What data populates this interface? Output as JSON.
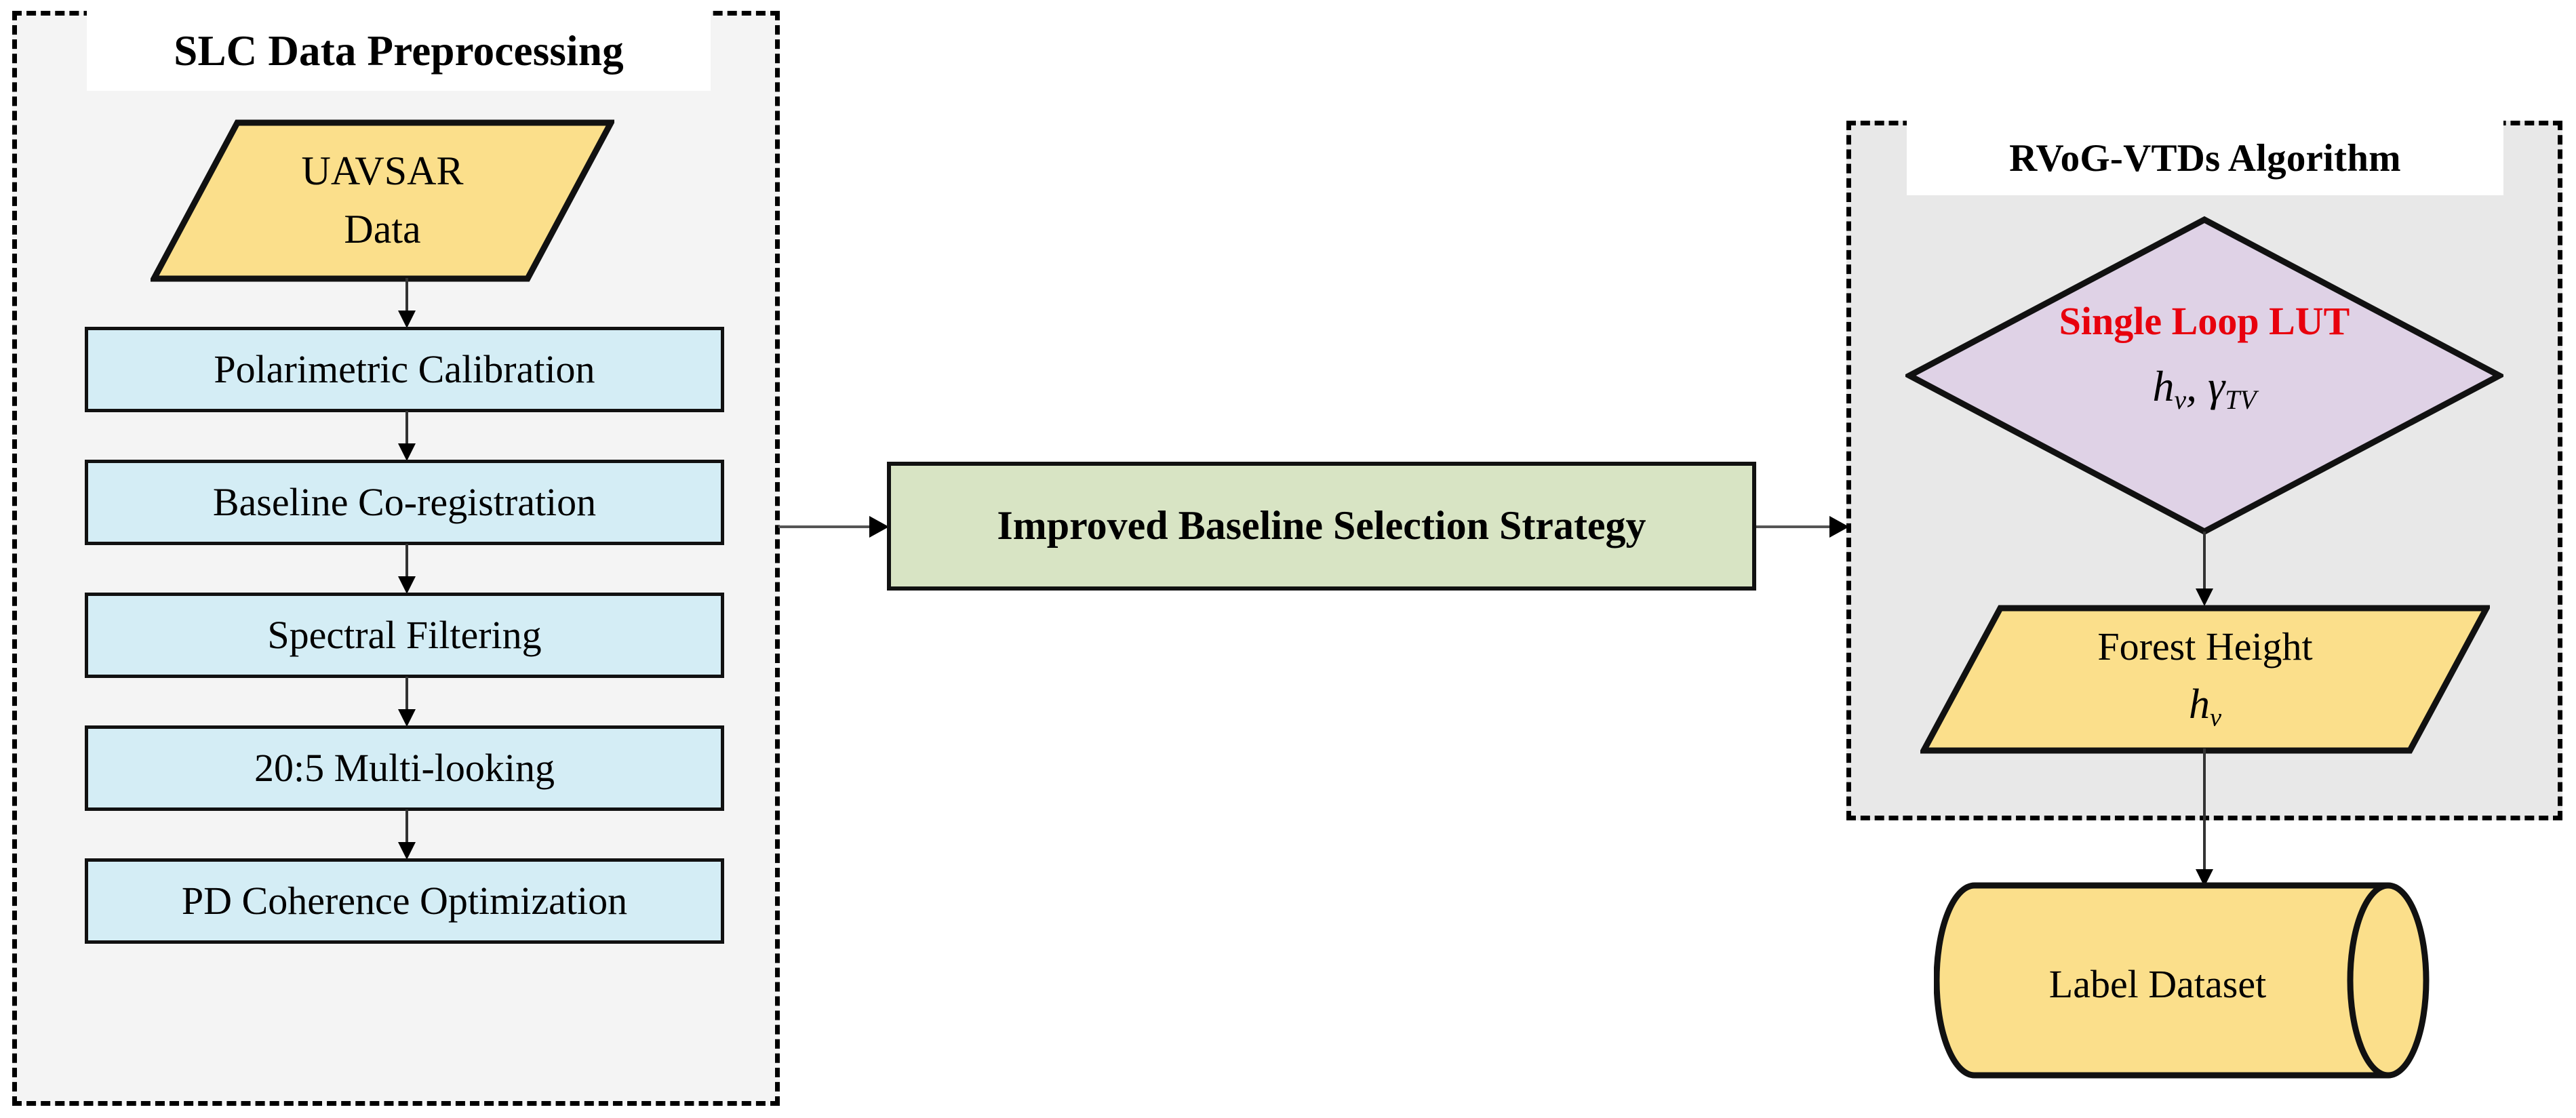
{
  "figure": {
    "type": "flowchart",
    "accent_colors": {
      "process_fill": "#d4edf5",
      "data_fill": "#fbdf8b",
      "strategy_fill": "#d8e4c4",
      "decision_fill": "#dfd2e6",
      "panel_left_fill": "#f4f4f4",
      "panel_right_fill": "#e8e8e8",
      "highlight_text": "#e8000d",
      "stroke": "#111111"
    }
  },
  "panels": [
    {
      "id": "preprocessing",
      "title": "SLC Data Preprocessing"
    },
    {
      "id": "rvog",
      "title": "RVoG-VTDs Algorithm"
    }
  ],
  "nodes": {
    "uavsar_data": {
      "shape": "parallelogram",
      "line1": "UAVSAR",
      "line2": "Data"
    },
    "process_steps": [
      {
        "label": "Polarimetric Calibration"
      },
      {
        "label": "Baseline Co-registration"
      },
      {
        "label": "Spectral Filtering"
      },
      {
        "label": "20:5 Multi-looking"
      },
      {
        "label": "PD Coherence Optimization"
      }
    ],
    "strategy": {
      "shape": "rectangle",
      "label": "Improved Baseline Selection Strategy"
    },
    "single_loop_lut": {
      "shape": "diamond",
      "title": "Single Loop LUT",
      "variables_plain": "h_v, γ_TV",
      "var1_base": "h",
      "var1_sub": "v",
      "separator": ", ",
      "var2_base": "γ",
      "var2_sub": "TV"
    },
    "forest_height": {
      "shape": "parallelogram",
      "line1": "Forest Height",
      "var_base": "h",
      "var_sub": "v"
    },
    "label_dataset": {
      "shape": "cylinder",
      "label": "Label Dataset"
    }
  },
  "edges": [
    {
      "from": "uavsar_data",
      "to": "polarimetric-calibration",
      "style": "arrow-down"
    },
    {
      "from": "polarimetric-calibration",
      "to": "baseline-co-registration",
      "style": "arrow-down"
    },
    {
      "from": "baseline-co-registration",
      "to": "spectral-filtering",
      "style": "arrow-down"
    },
    {
      "from": "spectral-filtering",
      "to": "multi-looking",
      "style": "arrow-down"
    },
    {
      "from": "multi-looking",
      "to": "pd-coherence-optimization",
      "style": "arrow-down"
    },
    {
      "from": "preprocessing-panel",
      "to": "strategy",
      "style": "arrow-right"
    },
    {
      "from": "strategy",
      "to": "rvog-panel",
      "style": "arrow-right"
    },
    {
      "from": "single_loop_lut",
      "to": "forest_height",
      "style": "arrow-down"
    },
    {
      "from": "forest_height",
      "to": "label_dataset",
      "style": "arrow-down"
    }
  ]
}
